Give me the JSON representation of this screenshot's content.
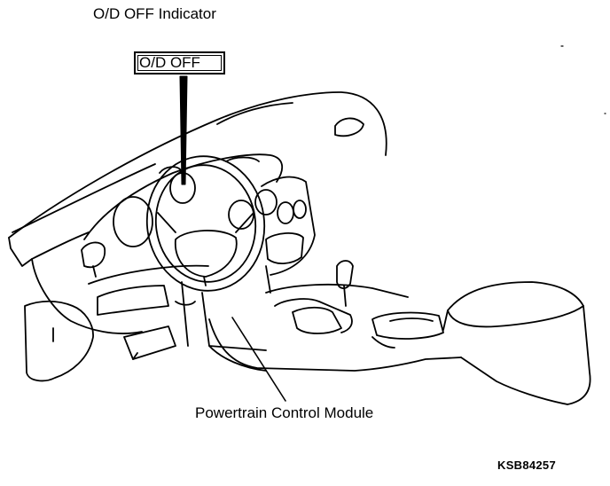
{
  "diagram": {
    "title": "O/D OFF Indicator",
    "indicator_callout": "O/D OFF",
    "component_label": "Powertrain Control Module",
    "reference_code": "KSB84257"
  }
}
